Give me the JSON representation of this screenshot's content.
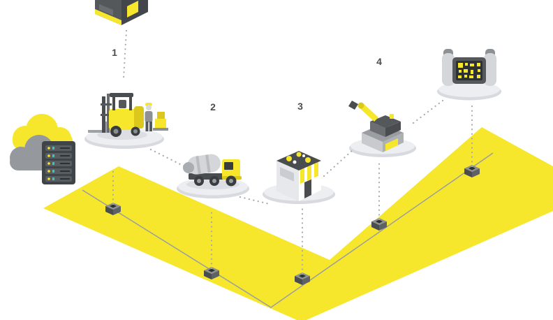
{
  "steps": [
    {
      "label": "1",
      "at": "forklift"
    },
    {
      "label": "2",
      "at": "mixer-truck"
    },
    {
      "label": "3",
      "at": "store"
    },
    {
      "label": "4",
      "at": "production-machine"
    }
  ],
  "icons": [
    "factory-icon",
    "cloud-icon",
    "server-rack-icon",
    "forklift-icon",
    "worker-icon",
    "mixer-truck-icon",
    "store-icon",
    "production-machine-icon",
    "handheld-controller-icon",
    "qr-code-icon",
    "iot-node-icon"
  ],
  "colors": {
    "background": "#FFFFFF",
    "road_yellow": "#F6E72C",
    "yellow_dark": "#DCC81C",
    "dark_gray": "#4A4D50",
    "mid_gray": "#8E9194",
    "light_gray": "#D4D6DA",
    "platform_gray": "#D8DAE0",
    "platform_light": "#EDEEF2",
    "screen_dark": "#2E3134",
    "teal": "#3EC4BA",
    "dotted_line_gray": "#A6A9AD",
    "road_line_gray": "#9A9DA1",
    "cloud_gray": "#95989C",
    "server_dark": "#3F4448"
  }
}
